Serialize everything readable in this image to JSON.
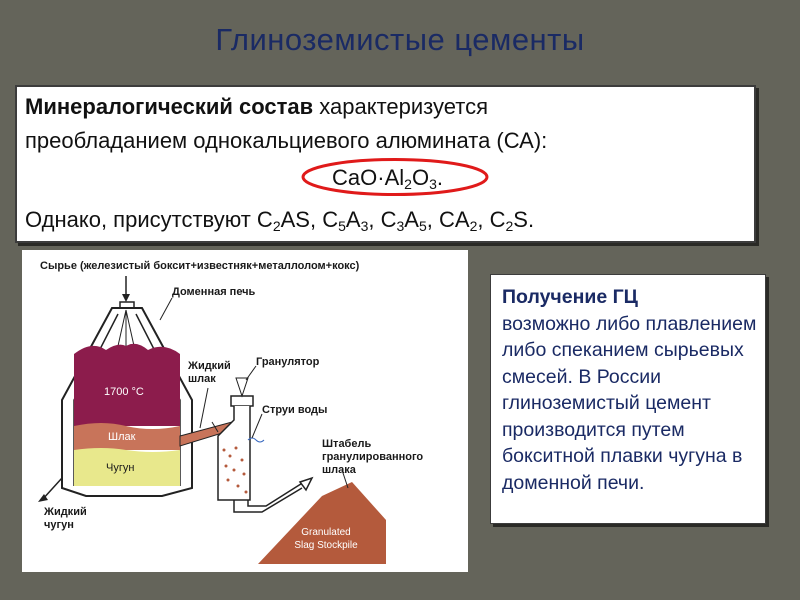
{
  "title": "Глиноземистые цементы",
  "composition": {
    "line1_bold": "Минералогический состав",
    "line1_rest": " характеризуется",
    "line2": "преобладанием однокальциевого алюмината (СА):",
    "formula": [
      {
        "t": "CaO·Al"
      },
      {
        "t": "2",
        "sub": true
      },
      {
        "t": "O"
      },
      {
        "t": "3",
        "sub": true
      },
      {
        "t": "."
      }
    ],
    "line3": [
      {
        "t": "Однако, присутствуют C"
      },
      {
        "t": "2",
        "sub": true
      },
      {
        "t": "AS, C"
      },
      {
        "t": "5",
        "sub": true
      },
      {
        "t": "A"
      },
      {
        "t": "3",
        "sub": true
      },
      {
        "t": ", C"
      },
      {
        "t": "3",
        "sub": true
      },
      {
        "t": "A"
      },
      {
        "t": "5",
        "sub": true
      },
      {
        "t": ", CA"
      },
      {
        "t": "2",
        "sub": true
      },
      {
        "t": ", C"
      },
      {
        "t": "2",
        "sub": true
      },
      {
        "t": "S."
      }
    ]
  },
  "diagram": {
    "raw_label": "Сырье (железистый боксит+известняк+металлолом+кокс)",
    "furnace_label": "Доменная печь",
    "temp_label": "1700 °С",
    "slag_label": "Шлак",
    "iron_label": "Чугун",
    "liquid_slag_label": "Жидкий\nшлак",
    "granulator_label": "Гранулятор",
    "water_label": "Струи воды",
    "stockpile_label": "Штабель\nгранулированного\nшлака",
    "liquid_iron_label": "Жидкий\nчугун",
    "slag_english_label": "Granulated\nSlag Stockpile"
  },
  "info": {
    "heading": "Получение ГЦ",
    "body": "возможно либо плавлением либо спеканием сырьевых смесей. В России глиноземистый цемент производится путем бокситной плавки чугуна в доменной печи."
  },
  "colors": {
    "title": "#1a2a64",
    "molten_zone": "#8c1c4c",
    "slag_layer": "#c8745a",
    "iron_layer": "#e8e88c",
    "highlight": "#e01a1a",
    "stockpile": "#b45a3c"
  }
}
